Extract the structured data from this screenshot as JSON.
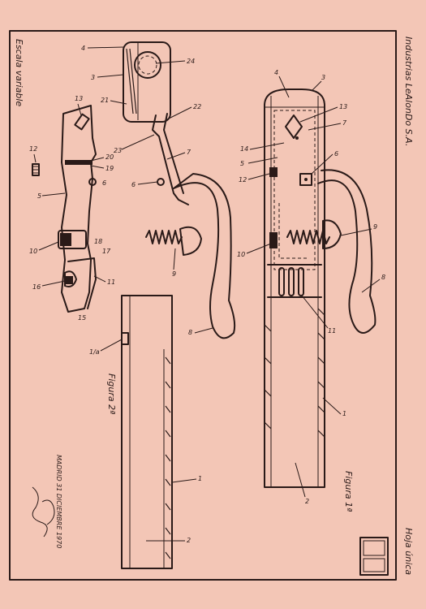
{
  "sheet": {
    "company": "Industrias LeAlonDo S.A.",
    "sheet_label": "Hoja única",
    "scale_note": "Escala variable",
    "place_date": "MADRID 31 DICIEMBRE 1970"
  },
  "figures": {
    "fig1_caption": "Figura 1ª",
    "fig2_caption": "Figura 2ª"
  },
  "part_numbers": {
    "p1": "1",
    "p2": "2",
    "p3": "3",
    "p4": "4",
    "p5": "5",
    "p6": "6",
    "p7": "7",
    "p8": "8",
    "p9": "9",
    "p10": "10",
    "p11": "11",
    "p12": "12",
    "p13": "13",
    "p14": "14",
    "p15": "15",
    "p16": "16",
    "p17": "17",
    "p18": "18",
    "p19": "19",
    "p20": "20",
    "p21": "21",
    "p22": "22",
    "p23": "23",
    "p24": "24",
    "p1a": "1/a"
  },
  "colors": {
    "paper": "#f3c6b6",
    "ink": "#2a1a18"
  }
}
